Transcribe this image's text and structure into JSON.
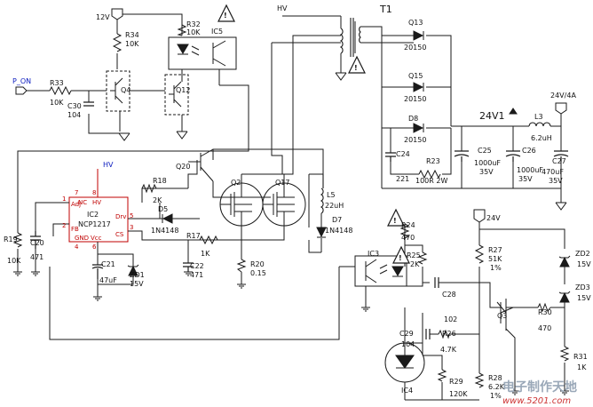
{
  "labels": {
    "v12": "12V",
    "hv_top": "HV",
    "t1": "T1",
    "r32": "R32",
    "r32v": "10K",
    "ic5": "IC5",
    "r34": "R34",
    "r34v": "10K",
    "p_on": "P_ON",
    "r33": "R33",
    "r33v": "10K",
    "q4": "Q4",
    "q12": "Q12",
    "c30": "C30",
    "c30v": "104",
    "q13": "Q13",
    "q13v": "20150",
    "q15": "Q15",
    "q15v": "20150",
    "d8": "D8",
    "d8v": "20150",
    "out": "24V/4A",
    "v24_1": "24V1",
    "l3": "L3",
    "l3v": "6.2uH",
    "c24": "C24",
    "c24v": "221",
    "r23": "R23",
    "r23v": "100R 2W",
    "c25": "C25",
    "c25a": "1000uF",
    "c25b": "35V",
    "c26": "C26",
    "c26a": "1000uF",
    "c26b": "35V",
    "c27": "C27",
    "c27a": "470uF",
    "c27b": "35V",
    "hv_ic": "HV",
    "q20": "Q20",
    "r18": "R18",
    "r18v": "2K",
    "d5": "D5",
    "d5v": "1N4148",
    "q2": "Q2",
    "q17": "Q17",
    "l5": "L5",
    "l5v": "22uH",
    "d7": "D7",
    "d7v": "1N4148",
    "ic2": "IC2",
    "ic2v": "NCP1217",
    "pin_adj": "Adj",
    "pin_nc": "NC",
    "pin_hv": "HV",
    "pin_fb": "FB",
    "pin_drv": "Drv",
    "pin_gnd": "GND",
    "pin_vcc": "Vcc",
    "pin_cs": "CS",
    "pin1": "1",
    "pin2": "2",
    "pin3": "3",
    "pin4": "4",
    "pin5": "5",
    "pin6": "6",
    "pin7": "7",
    "pin8": "8",
    "r19": "R19",
    "r19v": "10K",
    "c20": "C20",
    "c20v": "471",
    "r17": "R17",
    "r17v": "1K",
    "c22": "C22",
    "c22v": "471",
    "r20": "R20",
    "r20v": "0.15",
    "c21": "C21",
    "c21v": "47uF",
    "zd1": "ZD1",
    "zd1v": "15V",
    "r24": "R24",
    "r24v": "470",
    "v24": "24V",
    "r25": "R25",
    "r25v": "2K",
    "ic3": "IC3",
    "r27": "R27",
    "r27v": "51K",
    "r27t": "1%",
    "zd2": "ZD2",
    "zd2v": "15V",
    "zd3": "ZD3",
    "zd3v": "15V",
    "c28": "C28",
    "c28v": "102",
    "q3": "Q3",
    "r30": "R30",
    "r30v": "470",
    "c29": "C29",
    "c29v": "104",
    "r26": "R26",
    "r26v": "4.7K",
    "r31": "R31",
    "r31v": "1K",
    "ic4": "IC4",
    "r29": "R29",
    "r29v": "120K",
    "r28": "R28",
    "r28v": "6.2K",
    "r28t": "1%",
    "warn": "!",
    "watermark": "电子制作天地",
    "watermark_url": "www.5201.com"
  },
  "colors": {
    "wire": "#1a1a1a",
    "pin_red": "#c00000",
    "hv_blue": "#1020c0",
    "watermark": "#9aa8b8"
  },
  "icons": [
    "warning-triangle-icon",
    "ground-icon",
    "arrow-port-icon",
    "diode-icon",
    "zener-icon",
    "optocoupler-icon",
    "mosfet-icon",
    "npn-transistor-icon",
    "transformer-icon"
  ]
}
